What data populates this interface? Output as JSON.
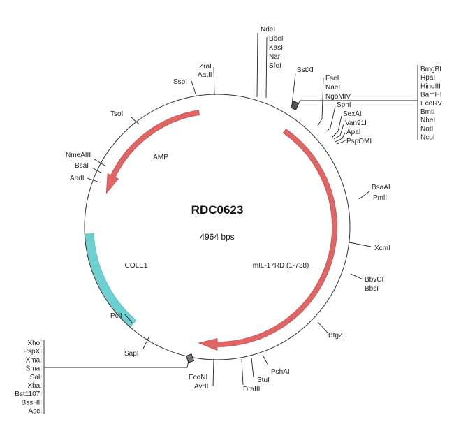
{
  "plasmid": {
    "name": "RDC0623",
    "size_label": "4964 bps"
  },
  "colors": {
    "gene": "#e06666",
    "gene_stroke": "#c94f4f",
    "ori": "#6dd0d0",
    "backbone": "#333333"
  },
  "features": [
    {
      "name": "AMP",
      "type": "gene",
      "direction": "reverse"
    },
    {
      "name": "mIL-17RD (1-738)",
      "type": "gene",
      "direction": "forward"
    },
    {
      "name": "COLE1",
      "type": "origin"
    }
  ],
  "sites": {
    "single": [
      "NdeI",
      "BbeI",
      "KasI",
      "NarI",
      "SfoI",
      "ZraI",
      "AatII",
      "SspI",
      "BstXI",
      "FseI",
      "NaeI",
      "NgoMIV",
      "SphI",
      "SexAI",
      "Van91I",
      "ApaI",
      "PspOMI",
      "TsoI",
      "NmeAIII",
      "BsaI",
      "AhdI",
      "BsaAI",
      "PmlI",
      "XcmI",
      "BbvCI",
      "BbsI",
      "BtgZI",
      "PshAI",
      "StuI",
      "DraIII",
      "EcoNI",
      "AvrII",
      "PciI",
      "SapI"
    ],
    "mcs_top": [
      "BmgBI",
      "HpaI",
      "HindIII",
      "BamHI",
      "EcoRV",
      "BmtI",
      "NheI",
      "NotI",
      "NcoI"
    ],
    "mcs_bottom": [
      "XhoI",
      "PspXI",
      "XmaI",
      "SmaI",
      "SalI",
      "XbaI",
      "Bst1107I",
      "BssHII",
      "AscI"
    ]
  }
}
